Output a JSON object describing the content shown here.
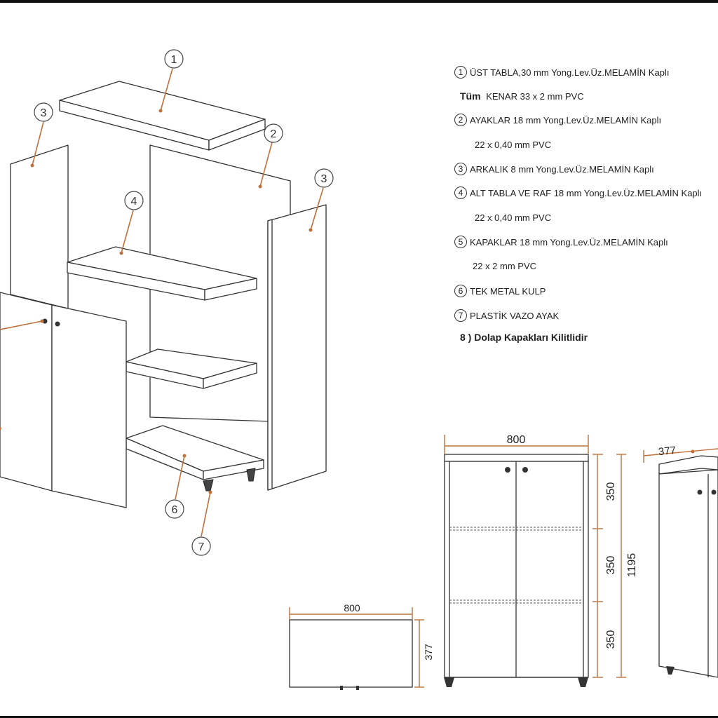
{
  "legend": {
    "item1": {
      "num": "1",
      "text": "ÜST TABLA,30 mm Yong.Lev.Üz.MELAMİN Kaplı"
    },
    "item1b_bold": "Tüm",
    "item1b_text": "KENAR 33 x 2 mm PVC",
    "item2": {
      "num": "2",
      "text": "AYAKLAR 18 mm  Yong.Lev.Üz.MELAMİN Kaplı"
    },
    "item2b": "22 x 0,40 mm PVC",
    "item3": {
      "num": "3",
      "text": "ARKALIK 8 mm    Yong.Lev.Üz.MELAMİN Kaplı"
    },
    "item4": {
      "num": "4",
      "text": "ALT TABLA VE RAF 18 mm  Yong.Lev.Üz.MELAMİN Kaplı"
    },
    "item4b": "22 x 0,40 mm PVC",
    "item5": {
      "num": "5",
      "text": "KAPAKLAR 18 mm Yong.Lev.Üz.MELAMİN Kaplı"
    },
    "item5b": "22 x 2 mm PVC",
    "item6": {
      "num": "6",
      "text": "TEK METAL KULP"
    },
    "item7": {
      "num": "7",
      "text": "PLASTİK VAZO AYAK"
    },
    "item8": "8 ) Dolap Kapakları Kilitlidir"
  },
  "callouts": {
    "c1": "1",
    "c2": "2",
    "c3a": "3",
    "c3b": "3",
    "c4": "4",
    "c6": "6",
    "c7": "7"
  },
  "dimensions": {
    "front_width": "800",
    "front_h1": "350",
    "front_h2": "350",
    "front_h3": "350",
    "front_total": "1195",
    "top_width": "800",
    "top_depth": "377",
    "side_depth": "377"
  },
  "colors": {
    "line": "#333333",
    "accent": "#c0703a"
  }
}
